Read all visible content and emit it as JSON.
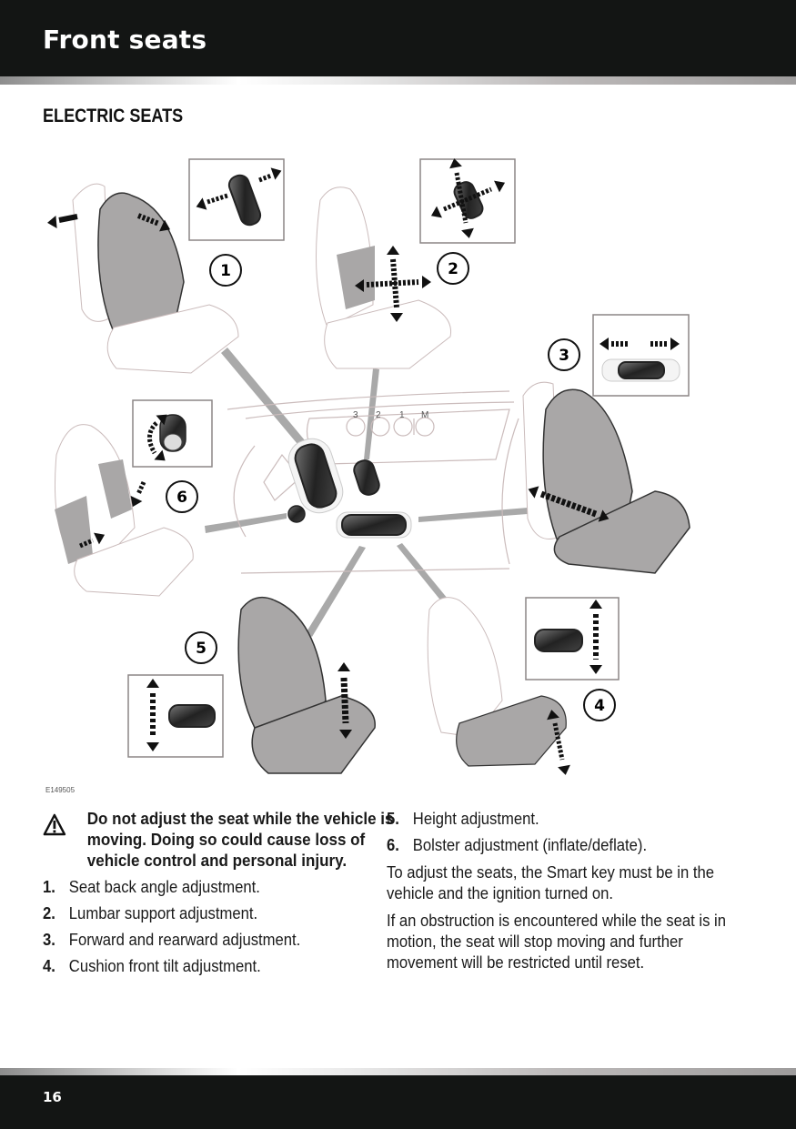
{
  "header": {
    "title": "Front seats"
  },
  "section": {
    "title": "ELECTRIC SEATS"
  },
  "figure": {
    "id": "E149505",
    "callouts": [
      "1",
      "2",
      "3",
      "4",
      "5",
      "6"
    ],
    "memory_buttons": [
      "3",
      "2",
      "1",
      "M"
    ]
  },
  "warning": {
    "icon": "warning-triangle-icon",
    "text": "Do not adjust the seat while the vehicle is moving. Doing so could cause loss of vehicle control and personal injury."
  },
  "items": [
    {
      "num": "1.",
      "text": "Seat back angle adjustment."
    },
    {
      "num": "2.",
      "text": "Lumbar support adjustment."
    },
    {
      "num": "3.",
      "text": "Forward and rearward adjustment."
    },
    {
      "num": "4.",
      "text": "Cushion front tilt adjustment."
    },
    {
      "num": "5.",
      "text": "Height adjustment."
    },
    {
      "num": "6.",
      "text": "Bolster adjustment (inflate/deflate)."
    }
  ],
  "paragraphs": [
    "To adjust the seats, the Smart key must be in the vehicle and the ignition turned on.",
    "If an obstruction is encountered while the seat is in motion, the seat will stop moving and further movement will be restricted until reset."
  ],
  "footer": {
    "page_number": "16"
  },
  "colors": {
    "header_bg": "#131514",
    "header_text": "#ffffff",
    "highlight_grey": "#a9a7a7"
  }
}
